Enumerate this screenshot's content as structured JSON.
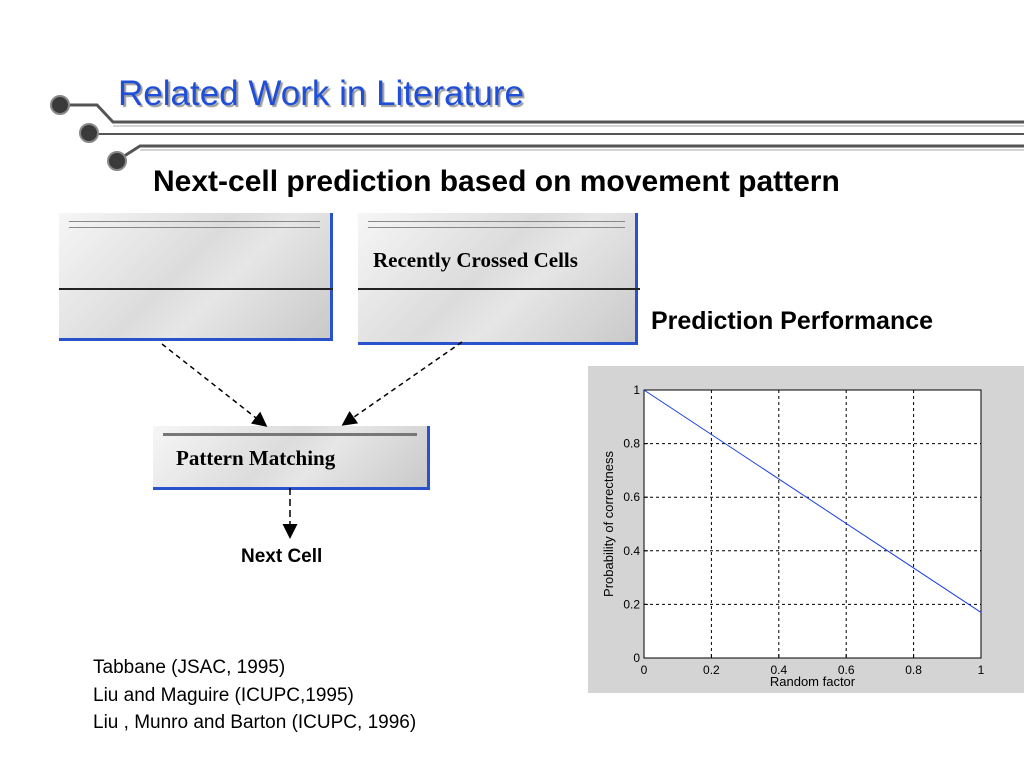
{
  "slide": {
    "title": "Related Work in Literature",
    "subtitle": "Next-cell prediction based on movement pattern"
  },
  "diagram": {
    "box_left_label": "",
    "box_right_label": "Recently Crossed Cells",
    "pattern_matching_label": "Pattern Matching",
    "next_cell_label": "Next Cell"
  },
  "prediction_title": "Prediction Performance",
  "references": [
    "Tabbane (JSAC, 1995)",
    "Liu and Maguire (ICUPC,1995)",
    "Liu , Munro and Barton (ICUPC, 1996)"
  ],
  "colors": {
    "title": "#1f4fd8",
    "box_border": "#2a52cc",
    "line_series": "#1a3fe0"
  },
  "chart_data": {
    "type": "line",
    "title": "",
    "xlabel": "Random factor",
    "ylabel": "Probability of correctness",
    "xlim": [
      0,
      1
    ],
    "ylim": [
      0,
      1
    ],
    "xticks": [
      "0",
      "0.2",
      "0.4",
      "0.6",
      "0.8",
      "1"
    ],
    "yticks": [
      "0",
      "0.2",
      "0.4",
      "0.6",
      "0.8",
      "1"
    ],
    "grid": true,
    "series": [
      {
        "x": [
          0,
          1
        ],
        "y": [
          1,
          0.17
        ]
      }
    ]
  }
}
